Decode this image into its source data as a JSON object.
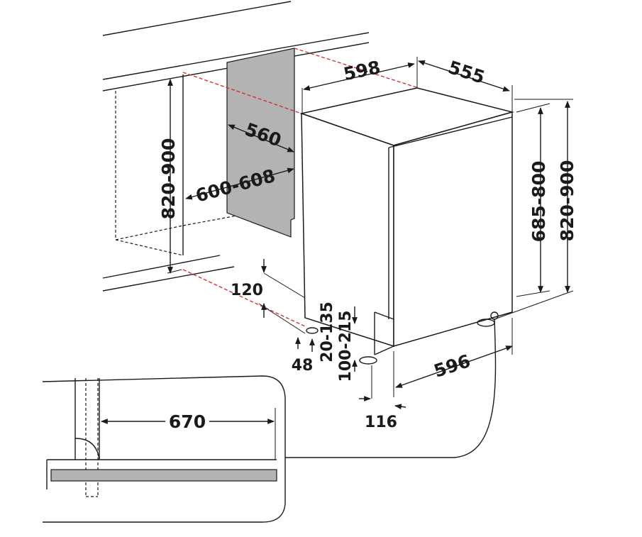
{
  "dimensions": {
    "top_width": "598",
    "depth": "555",
    "niche_depth": "560",
    "niche_width": "600-608",
    "niche_height": "820-900",
    "appliance_height": "685-800",
    "total_height": "820-900",
    "plinth_offset": "120",
    "door_range_a": "20-135",
    "door_range_b": "100-215",
    "foot_offset": "48",
    "front_width": "596",
    "front_offset": "116",
    "inset_length": "670"
  }
}
